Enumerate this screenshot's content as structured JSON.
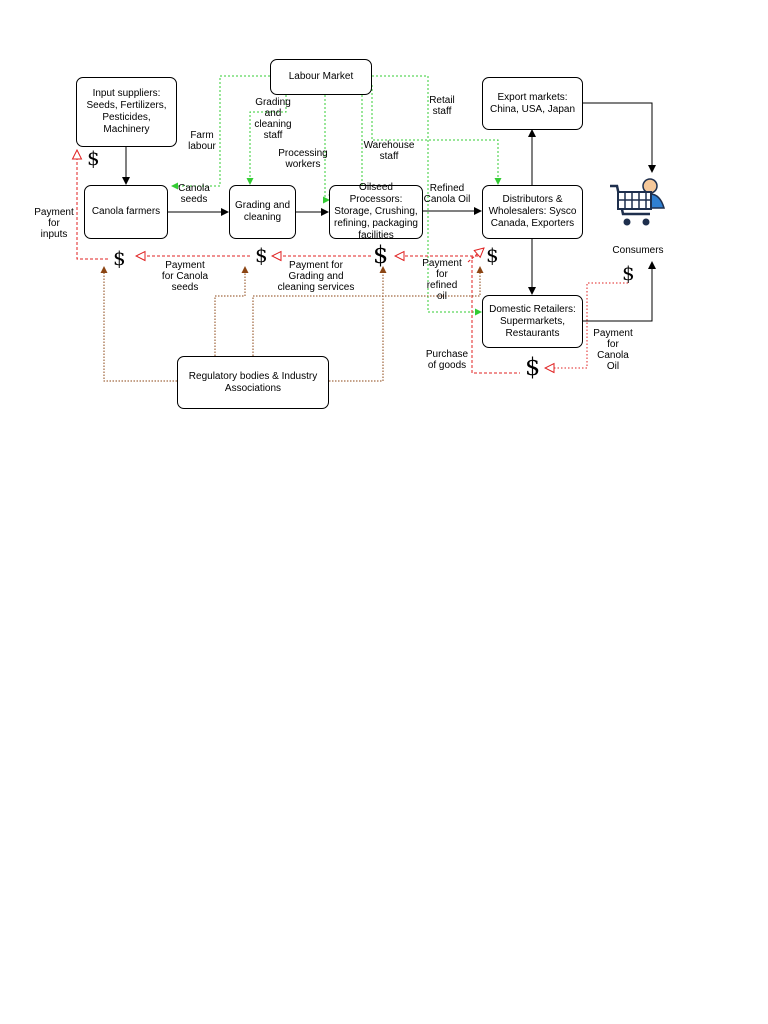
{
  "nodes": {
    "input_suppliers": "Input suppliers:\nSeeds, Fertilizers,\nPesticides, Machinery",
    "canola_farmers": "Canola farmers",
    "grading_cleaning": "Grading and\ncleaning",
    "oilseed_processors": "Oilseed Processors:\nStorage, Crushing,\nrefining, packaging\nfacilities",
    "distributors": "Distributors &\nWholesalers: Sysco\nCanada, Exporters",
    "export_markets": "Export markets:\nChina, USA, Japan",
    "domestic_retailers": "Domestic Retailers:\nSupermarkets,\nRestaurants",
    "labour_market": "Labour Market",
    "regulatory": "Regulatory bodies & Industry\nAssociations",
    "consumers": "Consumers"
  },
  "labels": {
    "farm_labour": "Farm\nlabour",
    "grading_staff": "Grading\nand\ncleaning\nstaff",
    "processing_workers": "Processing\nworkers",
    "warehouse_staff": "Warehouse\nstaff",
    "retail_staff": "Retail\nstaff",
    "canola_seeds": "Canola\nseeds",
    "refined_canola_oil": "Refined\nCanola Oil",
    "payment_inputs": "Payment\nfor\ninputs",
    "payment_canola_seeds": "Payment\nfor Canola\nseeds",
    "payment_grading": "Payment for\nGrading and\ncleaning services",
    "payment_refined_oil": "Payment\nfor\nrefined\noil",
    "purchase_goods": "Purchase\nof goods",
    "payment_canola_oil": "Payment\nfor\nCanola\nOil"
  },
  "currency_symbol": "$",
  "colors": {
    "product_flow": "#000000",
    "labour_flow": "#33cc33",
    "payment_flow": "#e02020",
    "regulatory_flow": "#8b4513"
  }
}
